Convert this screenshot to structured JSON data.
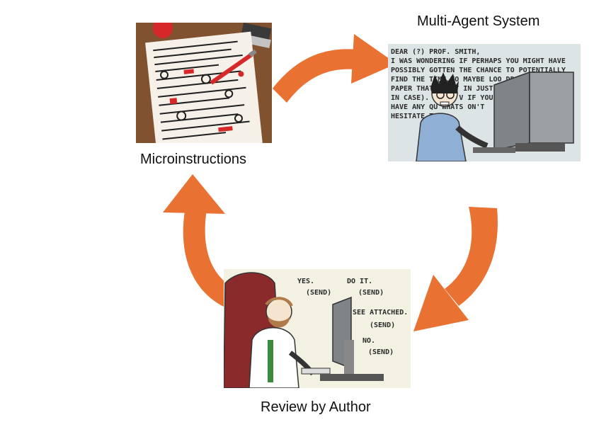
{
  "nodes": {
    "microinstructions": {
      "label": "Microinstructions"
    },
    "multi_agent": {
      "label": "Multi-Agent System",
      "comic_lines": [
        "DEAR (?) PROF. SMITH,",
        "   I WAS WONDERING IF PERHAPS YOU MIGHT HAVE",
        "POSSIBLY GOTTEN THE CHANCE TO POTENTIALLY",
        "FIND THE TIME TO MAYBE LOO          DRAFT",
        "PAPER THAT          AM AT          IN JUST",
        "IN CASE). I          ARE V          IF YOU",
        "HAVE ANY QU          WHATS          ON'T",
        "HESITATE TO"
      ]
    },
    "review": {
      "label": "Review by Author",
      "comic_lines": [
        "YES.",
        "(SEND)",
        "DO IT.",
        "(SEND)",
        "SEE ATTACHED.",
        "(SEND)",
        "NO.",
        "(SEND)"
      ]
    }
  },
  "colors": {
    "arrow": "#E97132",
    "comic_bg": "#DCE4E6",
    "review_bg": "#F3F1E2"
  }
}
